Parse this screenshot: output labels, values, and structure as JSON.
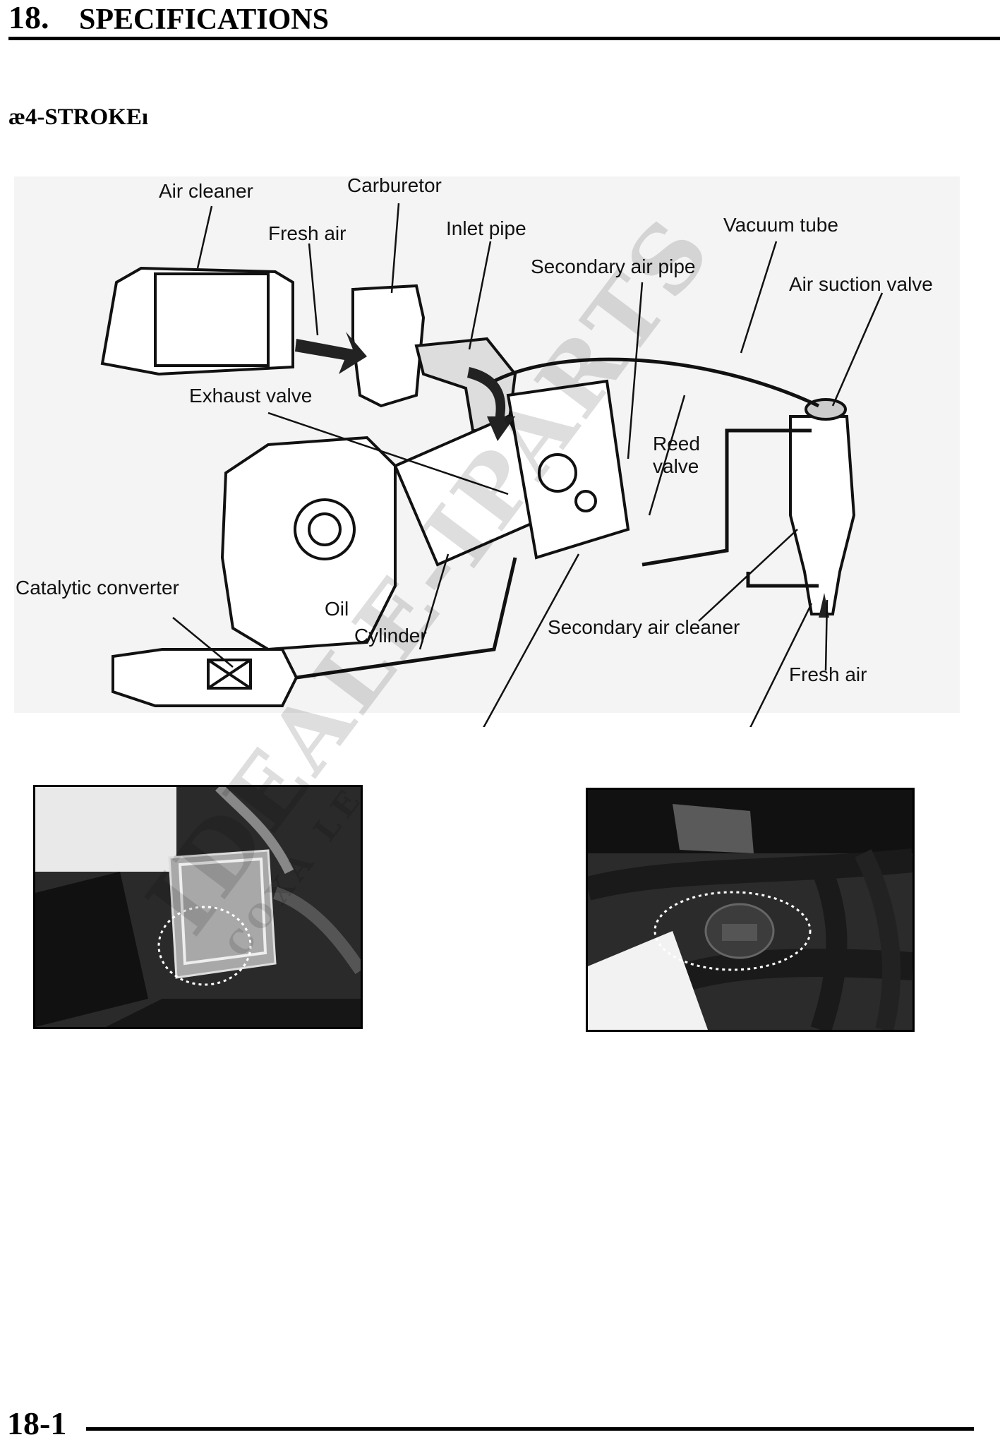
{
  "header": {
    "number": "18.",
    "title": "SPECIFICATIONS"
  },
  "subsection": "æ4-STROKEı",
  "diagram": {
    "labels": {
      "air_cleaner": "Air cleaner",
      "carburetor": "Carburetor",
      "fresh_air_top": "Fresh air",
      "inlet_pipe": "Inlet pipe",
      "vacuum_tube": "Vacuum tube",
      "secondary_air_pipe": "Secondary air pipe",
      "air_suction_valve": "Air suction valve",
      "exhaust_valve": "Exhaust valve",
      "reed_valve_1": "Reed",
      "reed_valve_2": "valve",
      "catalytic_converter": "Catalytic converter",
      "oil": "Oil",
      "cylinder": "Cylinder",
      "secondary_air_cleaner": "Secondary air cleaner",
      "fresh_air_bottom": "Fresh air"
    }
  },
  "watermark": {
    "main": "IDEALE-IPARTS",
    "sub": "COXA LE"
  },
  "footer": {
    "page": "18-1"
  }
}
